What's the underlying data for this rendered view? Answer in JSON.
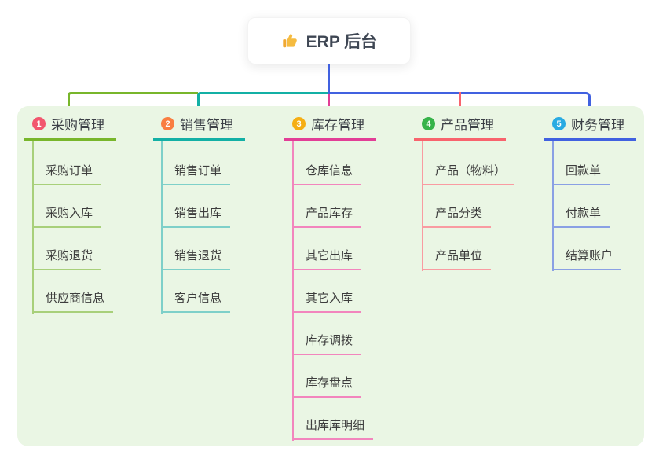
{
  "root": {
    "label": "ERP 后台",
    "icon": "thumbs-up-icon",
    "icon_color": "#f5bb40"
  },
  "connector_color": "#4161e0",
  "panel_bg": "#eaf6e4",
  "branches": [
    {
      "num": "1",
      "label": "采购管理",
      "badge_color": "#f2566e",
      "line_color": "#78b62b",
      "sub_color": "#a8d07a",
      "items": [
        "采购订单",
        "采购入库",
        "采购退货",
        "供应商信息"
      ]
    },
    {
      "num": "2",
      "label": "销售管理",
      "badge_color": "#f97e41",
      "line_color": "#13b0a5",
      "sub_color": "#7ed0c9",
      "items": [
        "销售订单",
        "销售出库",
        "销售退货",
        "客户信息"
      ]
    },
    {
      "num": "3",
      "label": "库存管理",
      "badge_color": "#f5ae13",
      "line_color": "#e23e96",
      "sub_color": "#f285bd",
      "items": [
        "仓库信息",
        "产品库存",
        "其它出库",
        "其它入库",
        "库存调拨",
        "库存盘点",
        "出库库明细"
      ]
    },
    {
      "num": "4",
      "label": "产品管理",
      "badge_color": "#37b34a",
      "line_color": "#f8636d",
      "sub_color": "#f99ba1",
      "items": [
        "产品（物料）",
        "产品分类",
        "产品单位"
      ]
    },
    {
      "num": "5",
      "label": "财务管理",
      "badge_color": "#29abe2",
      "line_color": "#4161e0",
      "sub_color": "#8aa0e4",
      "items": [
        "回款单",
        "付款单",
        "结算账户"
      ]
    }
  ]
}
